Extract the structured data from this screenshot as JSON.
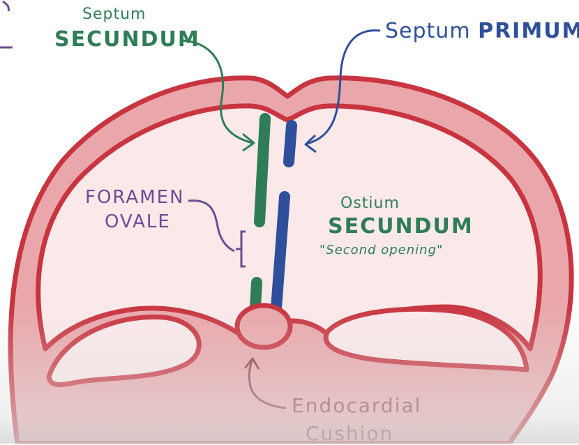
{
  "labels": {
    "septum_secundum_top": "Septum",
    "septum_secundum_bottom": "SECUNDUM",
    "septum_primum_a": "Septum",
    "septum_primum_b": "PRIMUM",
    "foramen_ovale_top": "FORAMEN",
    "foramen_ovale_bottom": "OVALE",
    "ostium_top": "Ostium",
    "ostium_bottom": "SECUNDUM",
    "ostium_note": "\"Second opening\"",
    "cushion_top": "Endocardial",
    "cushion_bottom": "Cushion"
  },
  "colors": {
    "wall_stroke": "#c8343f",
    "wall_fill": "#e9a7ab",
    "chamber_fill": "#fbe9ea",
    "septum_secundum": "#2f7d57",
    "septum_primum": "#2f4f9a",
    "foramen_label": "#6d4c93",
    "cushion_label": "#8c3b46"
  }
}
